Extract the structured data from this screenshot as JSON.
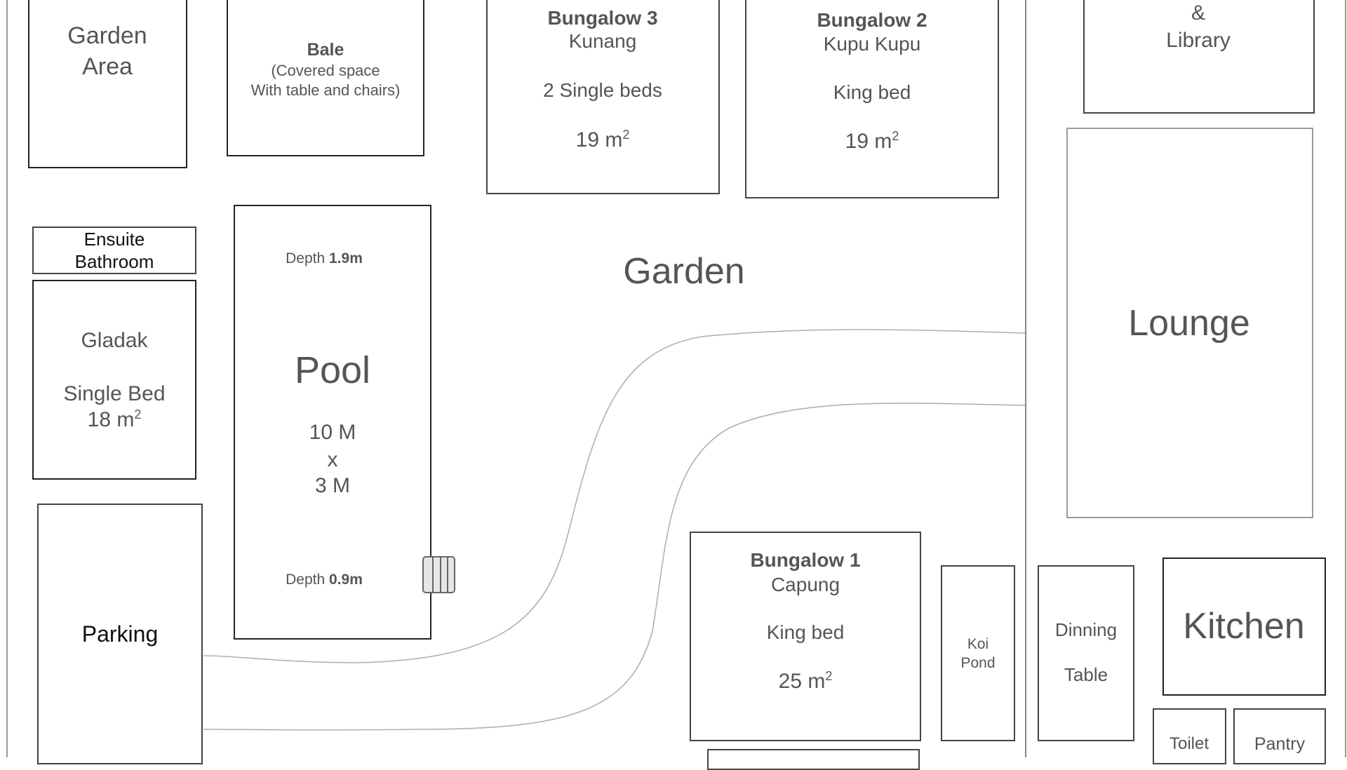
{
  "garden_area": {
    "line1": "Garden",
    "line2": "Area"
  },
  "bale": {
    "title": "Bale",
    "line1": "(Covered space",
    "line2": "With  table and chairs)"
  },
  "bungalow3": {
    "title": "Bungalow 3",
    "name": "Kunang",
    "bed": "2 Single beds",
    "area": "19 m",
    "unit_sup": "2"
  },
  "bungalow2": {
    "title": "Bungalow 2",
    "name": "Kupu Kupu",
    "bed": "King bed",
    "area": "19 m",
    "unit_sup": "2"
  },
  "library": {
    "amp": "&",
    "label": "Library"
  },
  "ensuite": {
    "line1": "Ensuite",
    "line2": "Bathroom"
  },
  "gladak": {
    "name": "Gladak",
    "bed": "Single Bed",
    "area": "18 m",
    "unit_sup": "2"
  },
  "pool": {
    "title": "Pool",
    "len": "10 M",
    "x": "x",
    "wid": "3 M",
    "depth_label": "Depth",
    "depth_top": "1.9m",
    "depth_bottom": "0.9m"
  },
  "garden_label": "Garden",
  "lounge": "Lounge",
  "parking": "Parking",
  "bungalow1": {
    "title": "Bungalow 1",
    "name": "Capung",
    "bed": "King bed",
    "area": "25 m",
    "unit_sup": "2"
  },
  "koi": {
    "line1": "Koi",
    "line2": "Pond"
  },
  "dining": {
    "line1": "Dinning",
    "line2": "Table"
  },
  "kitchen": "Kitchen",
  "toilet": "Toilet",
  "pantry": "Pantry",
  "colors": {
    "outline": "#222222",
    "text": "#555555",
    "path": "#b0b0b0",
    "dark_text": "#111111"
  }
}
